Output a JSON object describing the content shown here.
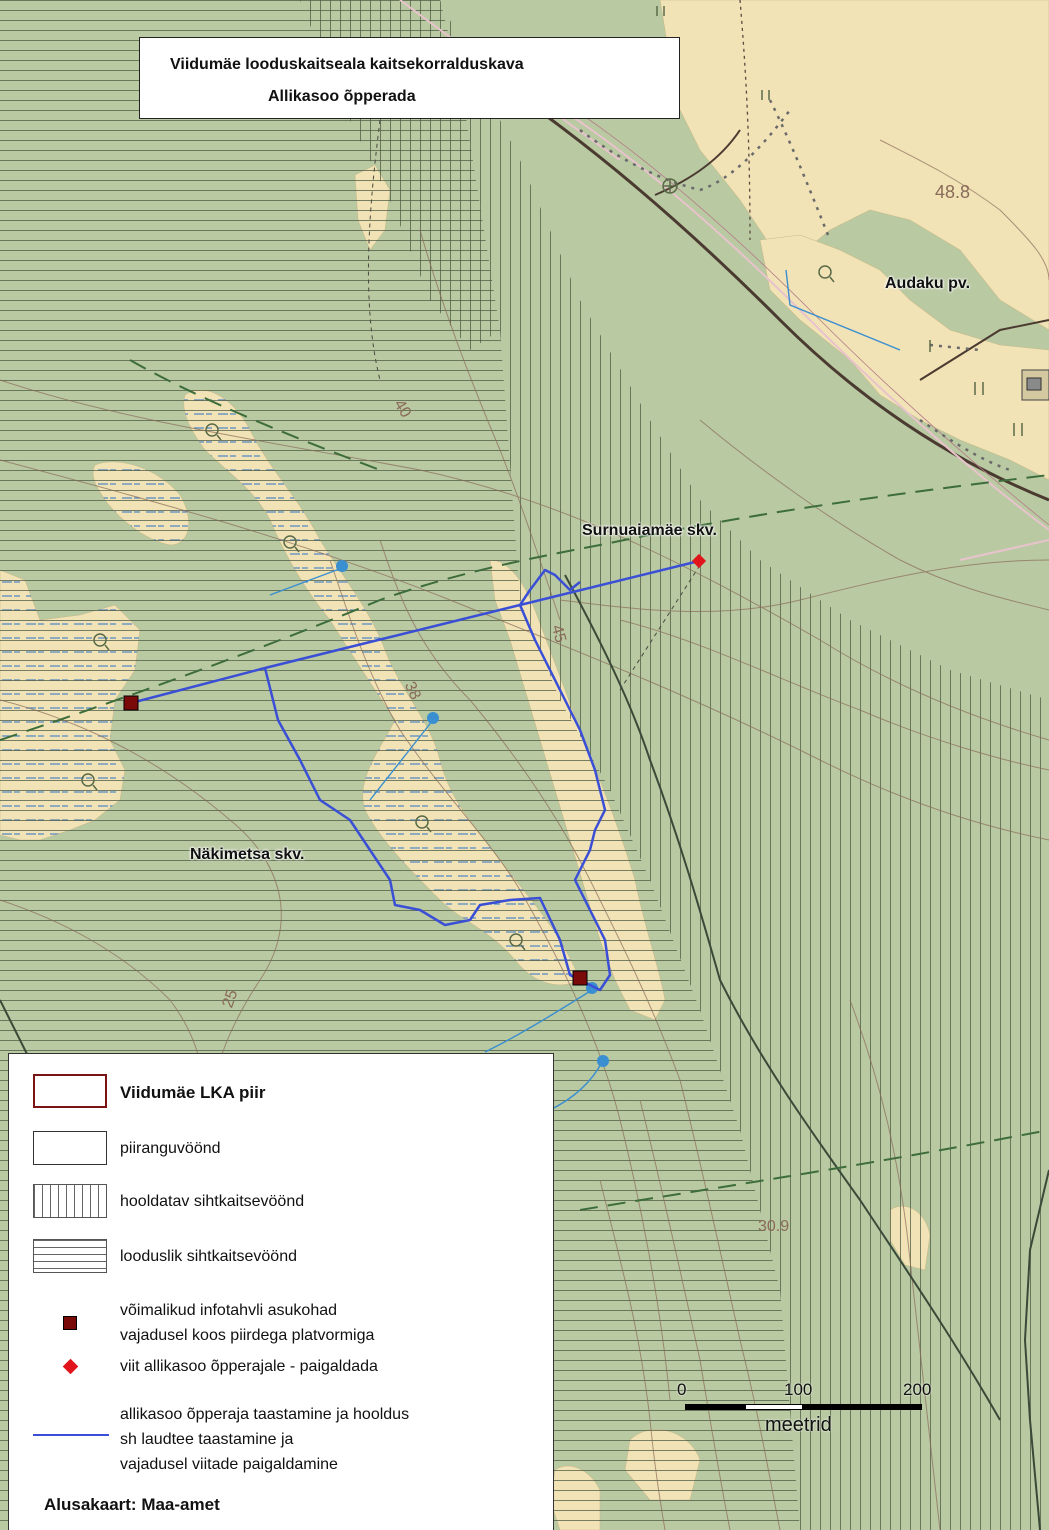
{
  "title": {
    "line1": "Viidumäe looduskaitseala kaitsekorralduskava",
    "line2": "Allikasoo õpperada"
  },
  "place_labels": {
    "audaku": "Audaku pv.",
    "surnuaiamae": "Surnuaiamäe skv.",
    "nakimetsa": "Näkimetsa skv."
  },
  "contour_labels": [
    "48.8",
    "40",
    "45",
    "38",
    "25",
    "30.9"
  ],
  "legend": {
    "items": [
      {
        "label": "Viidumäe LKA piir"
      },
      {
        "label": "piiranguvöönd"
      },
      {
        "label": "hooldatav sihtkaitsevöönd"
      },
      {
        "label": "looduslik sihtkaitsevöönd"
      },
      {
        "lines": [
          "võimalikud infotahvli asukohad",
          "vajadusel koos piirdega platvormiga"
        ]
      },
      {
        "label": "viit allikasoo õpperajale - paigaldada"
      },
      {
        "lines": [
          "allikasoo õpperaja taastamine ja hooldus",
          "sh laudtee taastamine ja",
          "vajadusel viitade paigaldamine"
        ]
      }
    ],
    "source": "Alusakaart: Maa-amet"
  },
  "scale": {
    "ticks": [
      "0",
      "100",
      "200"
    ],
    "unit": "meetrid"
  },
  "colors": {
    "forest": "#b9c9a2",
    "open_land": "#f1e3b6",
    "trail": "#3a4fd6",
    "infoboard": "#7a0a0a",
    "signpost": "#e0141a",
    "boundary": "#6b1010",
    "contour": "#8a6a58",
    "stream": "#3a8fd0",
    "road": "#4a3a30"
  }
}
